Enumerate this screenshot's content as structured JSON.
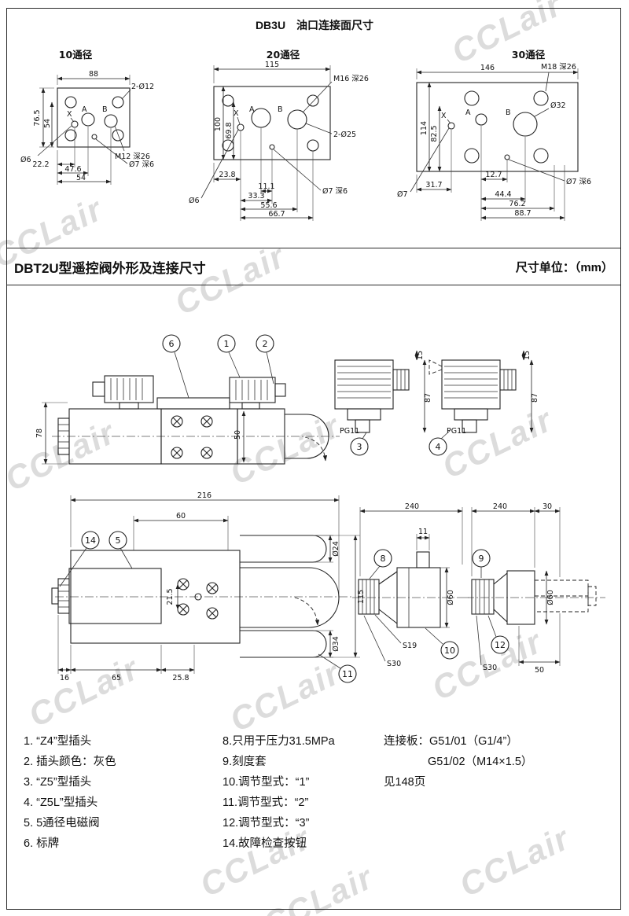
{
  "watermark": "CCLair",
  "top": {
    "title": "DB3U　油口连接面尺寸",
    "f10": {
      "label": "10通径",
      "w": "88",
      "hl": "76.5",
      "hl2": "54",
      "holes": "2-Ø12",
      "px": "X",
      "pa": "A",
      "pb": "B",
      "thread": "M12 深26",
      "pin": "Ø7 深6",
      "d6": "Ø6",
      "b1": "22.2",
      "b2": "47.6",
      "b3": "54"
    },
    "f20": {
      "label": "20通径",
      "w": "115",
      "hl": "100",
      "hl2": "69.8",
      "thread": "M16 深26",
      "px": "X",
      "pa": "A",
      "pb": "B",
      "ports": "2-Ø25",
      "b0": "23.8",
      "d6": "Ø6",
      "b1": "11.1",
      "b2": "33.3",
      "b3": "55.6",
      "b4": "66.7",
      "pin": "Ø7 深6"
    },
    "f30": {
      "label": "30通径",
      "w": "146",
      "thread": "M18 深26",
      "d32": "Ø32",
      "hl": "114",
      "hl2": "82.5",
      "px": "X",
      "pa": "A",
      "pb": "B",
      "b1": "12.7",
      "b2": "31.7",
      "b3": "44.4",
      "b4": "76.2",
      "b5": "88.7",
      "d7": "Ø7",
      "pin": "Ø7 深6"
    }
  },
  "header": {
    "title": "DBT2U型遥控阀外形及连接尺寸",
    "unit": "尺寸单位：（mm）"
  },
  "drawing": {
    "c1": "1",
    "c2": "2",
    "c3": "3",
    "c4": "4",
    "c5": "5",
    "c6": "6",
    "c8": "8",
    "c9": "9",
    "c10": "10",
    "c11": "11",
    "c12": "12",
    "c14": "14",
    "d78": "78",
    "d50": "50",
    "d15": "15",
    "d87": "87",
    "pg11": "PG11",
    "d216": "216",
    "d60": "60",
    "d21_5": "21.5",
    "d24": "Ø24",
    "d34": "Ø34",
    "d115": "115",
    "d16": "16",
    "d65": "65",
    "d25_8": "25.8",
    "d240": "240",
    "d11": "11",
    "d60r": "Ø60",
    "s19": "S19",
    "s30": "S30",
    "d30": "30",
    "d50b": "50"
  },
  "legend": {
    "col1": [
      "1. “Z4”型插头",
      "2. 插头颜色：灰色",
      "3. “Z5”型插头",
      "4. “Z5L”型插头",
      "5. 5通径电磁阀",
      "6. 标牌"
    ],
    "col2": [
      "8.只用于压力31.5MPa",
      "9.刻度套",
      "10.调节型式：“1”",
      "11.调节型式：“2”",
      "12.调节型式：“3”",
      "14.故障检查按钮"
    ],
    "col3_line1": "连接板：G51/01（G1/4”）",
    "col3_line2": "G51/02（M14×1.5）",
    "col3_line3": "见148页"
  }
}
